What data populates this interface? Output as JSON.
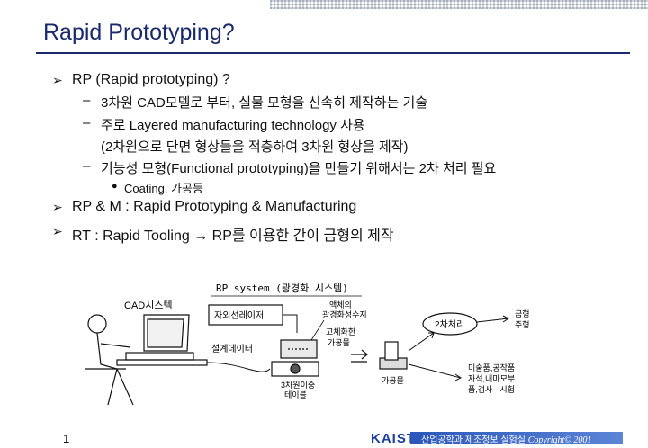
{
  "slide": {
    "title": "Rapid Prototyping?",
    "page_number": "1"
  },
  "bullets": [
    {
      "text": "RP (Rapid prototyping) ?"
    },
    {
      "text": "3차원 CAD모델로 부터, 실물 모형을 신속히 제작하는 기술"
    },
    {
      "text": "주로 Layered manufacturing technology 사용"
    },
    {
      "text": "(2차원으로 단면 형상들을 적층하여 3차원 형상을 제작)"
    },
    {
      "text": "기능성 모형(Functional prototyping)을 만들기 위해서는 2차 처리 필요"
    },
    {
      "text": "Coating, 가공등"
    },
    {
      "text": "RP & M : Rapid Prototyping & Manufacturing"
    },
    {
      "text": "RT : Rapid Tooling → RP를 이용한 간이 금형의 제작"
    }
  ],
  "diagram": {
    "caption": "RP system (광경화 시스템)",
    "cad_label": "CAD시스템",
    "laser_label": "자외선레이저",
    "design_data_label": "설계데이터",
    "resin_label_1": "액체의",
    "resin_label_2": "광경화성수지",
    "solidified_1": "고체화한",
    "solidified_2": "가공물",
    "table_label_1": "3차원이중",
    "table_label_2": "테이블",
    "part_label": "가공물",
    "secondary_label": "2차처리",
    "mold_1": "금형",
    "mold_2": "주형",
    "uses_1": "미술품,공작품",
    "uses_2": "자석,내마모부",
    "uses_3": "품,검사 · 시험"
  },
  "footer": {
    "logo": "KAIST",
    "org": "산업공학과 제조정보 실험실",
    "copyright": "Copyright© 2001"
  },
  "colors": {
    "title": "#1a2a6c",
    "footer_band": "#2b57b8"
  }
}
